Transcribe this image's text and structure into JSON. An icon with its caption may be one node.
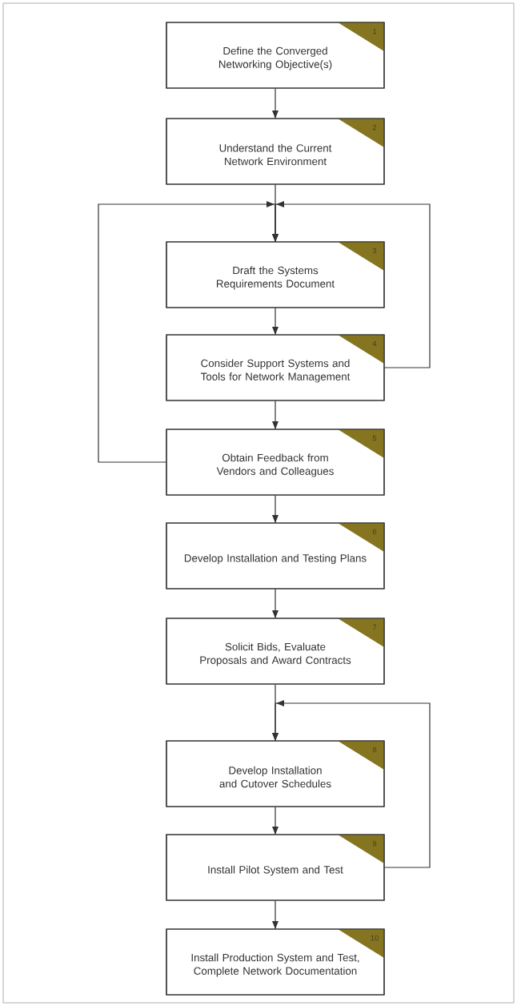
{
  "diagram": {
    "nodes": [
      {
        "text": [
          "Define the Converged Networking Objective(s)",
          "1"
        ]
      },
      {
        "text": [
          "Understand the Current Network Environment",
          "2"
        ]
      },
      {
        "text": [
          "Draft the Systems Requirements Document",
          "3"
        ]
      },
      {
        "text": [
          "Consider Support Systems and Tools for Network Management",
          "4"
        ]
      },
      {
        "text": [
          "Obtain Feedback from Vendors and Colleagues",
          "5"
        ]
      },
      {
        "text": [
          "Develop Installation and Testing Plans",
          "6"
        ]
      },
      {
        "text": [
          "Solicit Bids, Evaluate Proposals and Award Contracts",
          "7"
        ]
      },
      {
        "text": [
          "Develop Installation and Cutover Schedules",
          "8"
        ]
      },
      {
        "text": [
          "Install Pilot System and Test",
          "9"
        ]
      },
      {
        "text": [
          "Install Production System and Test, Complete Network Documentation",
          "10"
        ]
      }
    ],
    "edges": [
      {
        "from": 0,
        "to": 1,
        "arrow": "to"
      },
      {
        "from": 1,
        "to": 2,
        "arrow": "to"
      },
      {
        "from": 2,
        "to": 3,
        "arrow": "to"
      },
      {
        "from": 3,
        "to": 2,
        "arrow": "to"
      },
      {
        "from": 3,
        "to": 4,
        "arrow": "to"
      },
      {
        "from": 4,
        "to": 2,
        "arrow": "to"
      },
      {
        "from": 4,
        "to": 5,
        "arrow": "to"
      },
      {
        "from": 5,
        "to": 6,
        "arrow": "to"
      },
      {
        "from": 6,
        "to": 7,
        "arrow": "to"
      },
      {
        "from": 7,
        "to": 8,
        "arrow": "to"
      },
      {
        "from": 8,
        "to": 7,
        "arrow": "to"
      },
      {
        "from": 8,
        "to": 9,
        "arrow": "to"
      }
    ]
  }
}
